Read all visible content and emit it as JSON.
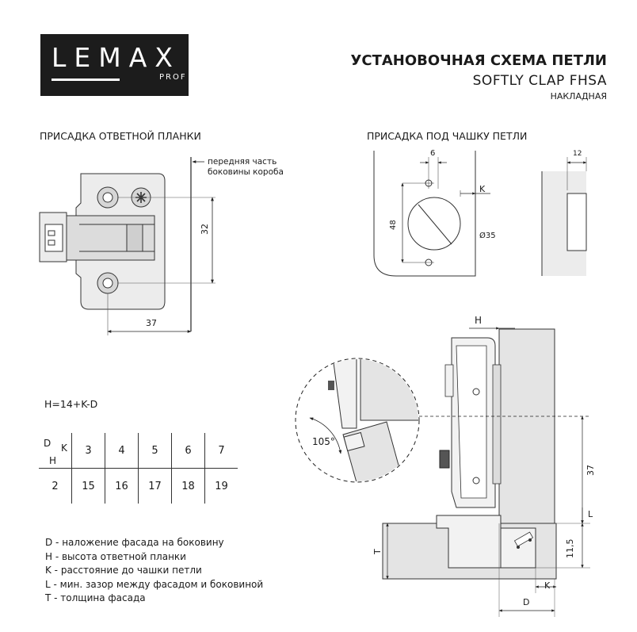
{
  "logo": {
    "brand": "LEMAX",
    "sub": "PROF"
  },
  "header": {
    "title": "УСТАНОВОЧНАЯ СХЕМА ПЕТЛИ",
    "model": "SOFTLY CLAP FHSA",
    "type": "НАКЛАДНАЯ"
  },
  "plate_section": {
    "title": "ПРИСАДКА ОТВЕТНОЙ ПЛАНКИ",
    "front_note": "передняя часть\nбоковины короба",
    "dim_vertical": "32",
    "dim_horizontal": "37"
  },
  "cup_section": {
    "title": "ПРИСАДКА ПОД ЧАШКУ ПЕТЛИ",
    "dim_6": "6",
    "dim_48": "48",
    "dim_k": "K",
    "dim_diameter": "Ø35",
    "dim_12": "12"
  },
  "install": {
    "h": "H",
    "angle": "105°",
    "dim_37": "37",
    "l": "L",
    "dim_11_5": "11,5",
    "t": "T",
    "k": "K",
    "d": "D"
  },
  "formula": "H=14+K-D",
  "table": {
    "corner": {
      "d": "D",
      "k": "K",
      "h": "H"
    },
    "k_values": [
      "3",
      "4",
      "5",
      "6",
      "7"
    ],
    "rows": [
      {
        "d": "2",
        "h_values": [
          "15",
          "16",
          "17",
          "18",
          "19"
        ]
      }
    ]
  },
  "legend": [
    "D - наложение фасада на боковину",
    "H - высота ответной планки",
    "K - расстояние до чашки петли",
    "L - мин. зазор между фасадом и боковиной",
    "T - толщина фасада"
  ]
}
